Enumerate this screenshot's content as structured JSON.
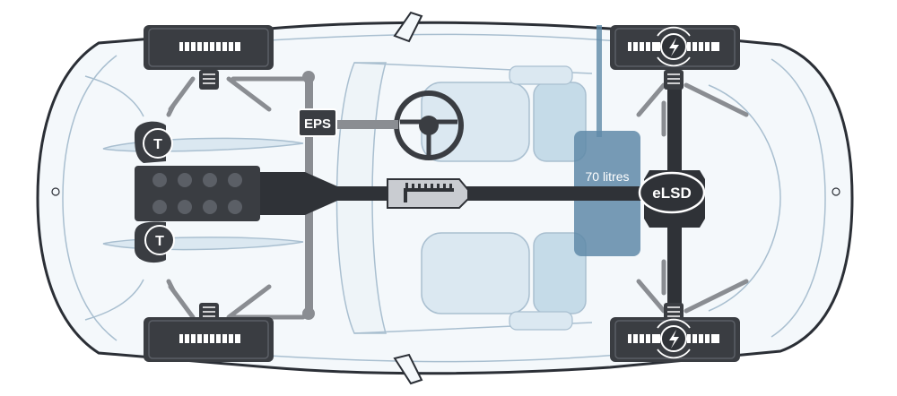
{
  "labels": {
    "eps": "EPS",
    "tank": "70 litres",
    "elsd": "eLSD",
    "turbo_front": "T",
    "turbo_rear": "T"
  },
  "colors": {
    "background": "#ffffff",
    "body_outline": "#2b2f36",
    "body_detail": "#a9bfd0",
    "body_fill": "#f4f8fb",
    "drivetrain": "#2f3237",
    "suspension": "#8a8d92",
    "tyre": "#3a3d42",
    "fuel_tank": "#5f8aa8",
    "seat_tint": "#c5dbe8",
    "label_text": "#ffffff"
  },
  "icons": {
    "wheel": "tyre-icon",
    "turbo": "turbocharger-icon",
    "motor": "electric-motor-icon",
    "spring": "coil-spring-icon"
  }
}
